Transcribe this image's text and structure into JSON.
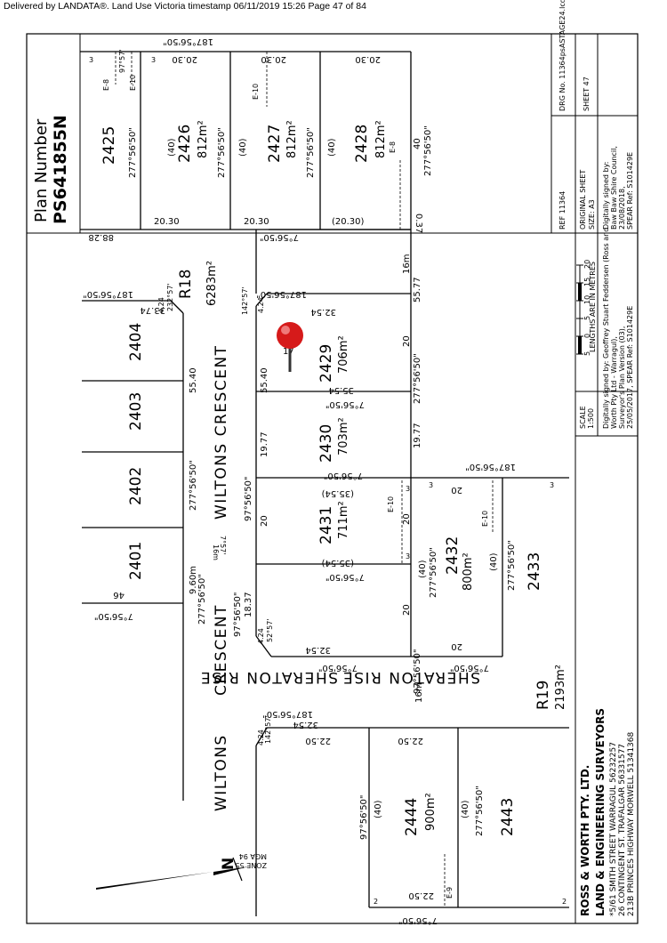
{
  "header": {
    "text": "Delivered by LANDATA®.  Land Use Victoria timestamp 06/11/2019 15:26   Page 47 of 84"
  },
  "plan": {
    "plan_label": "Plan Number",
    "plan_number": "PS641855N",
    "ref": "REF 11364",
    "drg": "DRG No. 11364psASTAGE24.lcd",
    "original_sheet": "ORIGINAL SHEET",
    "size": "SIZE: A3",
    "sheet": "SHEET 47",
    "scale_label": "SCALE",
    "scale": "1:500",
    "scale_ticks": [
      "5",
      "0",
      "5",
      "10",
      "15",
      "20"
    ],
    "scale_caption": "LENGTHS ARE IN METRES",
    "sig_council": [
      "Digitally signed by:",
      "Baw Baw Shire Council,",
      "23/08/2018,",
      "SPEAR Ref: S101429E"
    ],
    "sig_surveyor": [
      "Digitally signed by: Geoffrey Stuart Feddersen (Ross and",
      "Worth Pty Ltd - Warragul),",
      "Surveyor's Plan Version (03),",
      "25/05/2017, SPEAR Ref: S101429E"
    ],
    "firm": "ROSS & WORTH PTY. LTD.",
    "firm_sub": "LAND & ENGINEERING SURVEYORS",
    "addresses": [
      "*5/61 SMITH STREET WARRAGUL  56232257",
      "26 CONTINGENT ST. TRAFALGAR  56331577",
      "213B PRINCES HIGHWAY MORWELL  51341368"
    ],
    "north": [
      "MGA 94",
      "ZONE 55"
    ]
  },
  "lots": [
    {
      "id": "2425"
    },
    {
      "id": "2426",
      "area": "812m²"
    },
    {
      "id": "2427",
      "area": "812m²"
    },
    {
      "id": "2428",
      "area": "812m²"
    },
    {
      "id": "2404"
    },
    {
      "id": "2403"
    },
    {
      "id": "2402"
    },
    {
      "id": "2401"
    },
    {
      "id": "2429",
      "area": "706m²"
    },
    {
      "id": "2430",
      "area": "703m²"
    },
    {
      "id": "2431",
      "area": "711m²"
    },
    {
      "id": "2432",
      "area": "800m²"
    },
    {
      "id": "2433"
    },
    {
      "id": "2444",
      "area": "900m²"
    },
    {
      "id": "2443"
    }
  ],
  "roads": {
    "r18_label": "R18",
    "r18_area": "6283m²",
    "r19_label": "R19",
    "r19_area": "2193m²",
    "wiltons_crescent": "WILTONS CRESCENT",
    "crescent": "CRESCENT",
    "wiltons": "WILTONS",
    "sheraton_rise": "SHERATON RISE"
  },
  "dims": {
    "d2030": "20.30",
    "d2030p": "(20.30)",
    "d8828": "88.28",
    "d3374": "33.74",
    "d5540": "55.40",
    "d3254": "32.54",
    "d3554": "35.54",
    "d3554p": "(35.54)",
    "d1977": "19.77",
    "d5577": "55.77",
    "d1837": "18.37",
    "d960": "9.60m",
    "d424": "4.24",
    "d2250": "22.50",
    "d20": "20",
    "d17": "17",
    "d16m": "16m",
    "d037": "0.37",
    "d46": "46",
    "d3": "3",
    "d2": "2",
    "d40": "40",
    "d40p": "(40)"
  },
  "bearings": {
    "b187": "187°56'50\"",
    "b277": "277°56'50\"",
    "b7": "7°56'50\"",
    "b97": "97°56'50\"",
    "b142": "142°57'",
    "b232": "232°57'",
    "b52": "52°57'",
    "b7057": "7°57'",
    "b97057": "97°57'"
  },
  "easements": {
    "e8": "E-8",
    "e9": "E-9",
    "e10": "E-10"
  }
}
